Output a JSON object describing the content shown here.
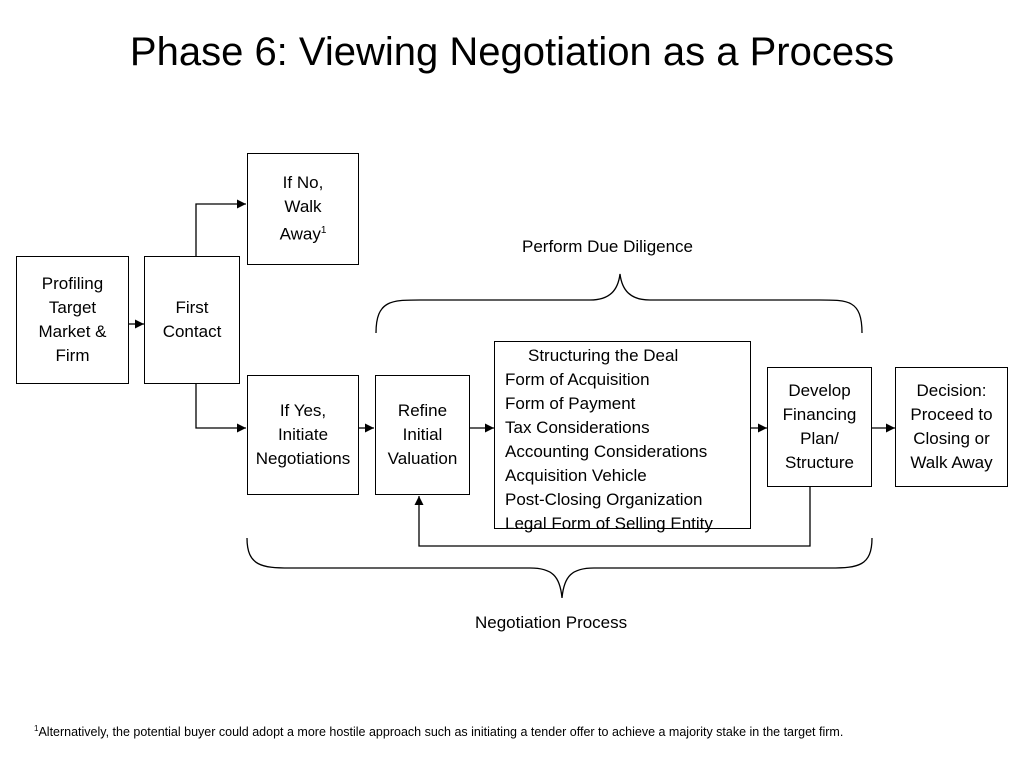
{
  "title": "Phase 6: Viewing Negotiation as a Process",
  "boxes": {
    "profiling": [
      "Profiling",
      "Target",
      "Market &",
      "Firm"
    ],
    "first_contact": [
      "First",
      "Contact"
    ],
    "if_no": {
      "lines": [
        "If No,",
        "Walk",
        "Away"
      ],
      "footnote_mark": "1"
    },
    "if_yes": [
      "If Yes,",
      "Initiate",
      "Negotiations"
    ],
    "refine": [
      "Refine",
      "Initial",
      "Valuation"
    ],
    "structuring": {
      "heading": "Structuring the Deal",
      "items": [
        "Form of Acquisition",
        "Form of Payment",
        "Tax Considerations",
        "Accounting Considerations",
        "Acquisition Vehicle",
        "Post-Closing Organization",
        "Legal Form of Selling Entity"
      ]
    },
    "develop": [
      "Develop",
      "Financing",
      "Plan/",
      "Structure"
    ],
    "decision": [
      "Decision:",
      "Proceed to",
      "Closing or",
      "Walk Away"
    ]
  },
  "brace_labels": {
    "due_diligence": "Perform Due Diligence",
    "negotiation": "Negotiation Process"
  },
  "footnote": {
    "mark": "1",
    "text": "Alternatively, the potential buyer could adopt a more hostile approach such as initiating a tender offer to achieve a majority stake in the target firm."
  }
}
